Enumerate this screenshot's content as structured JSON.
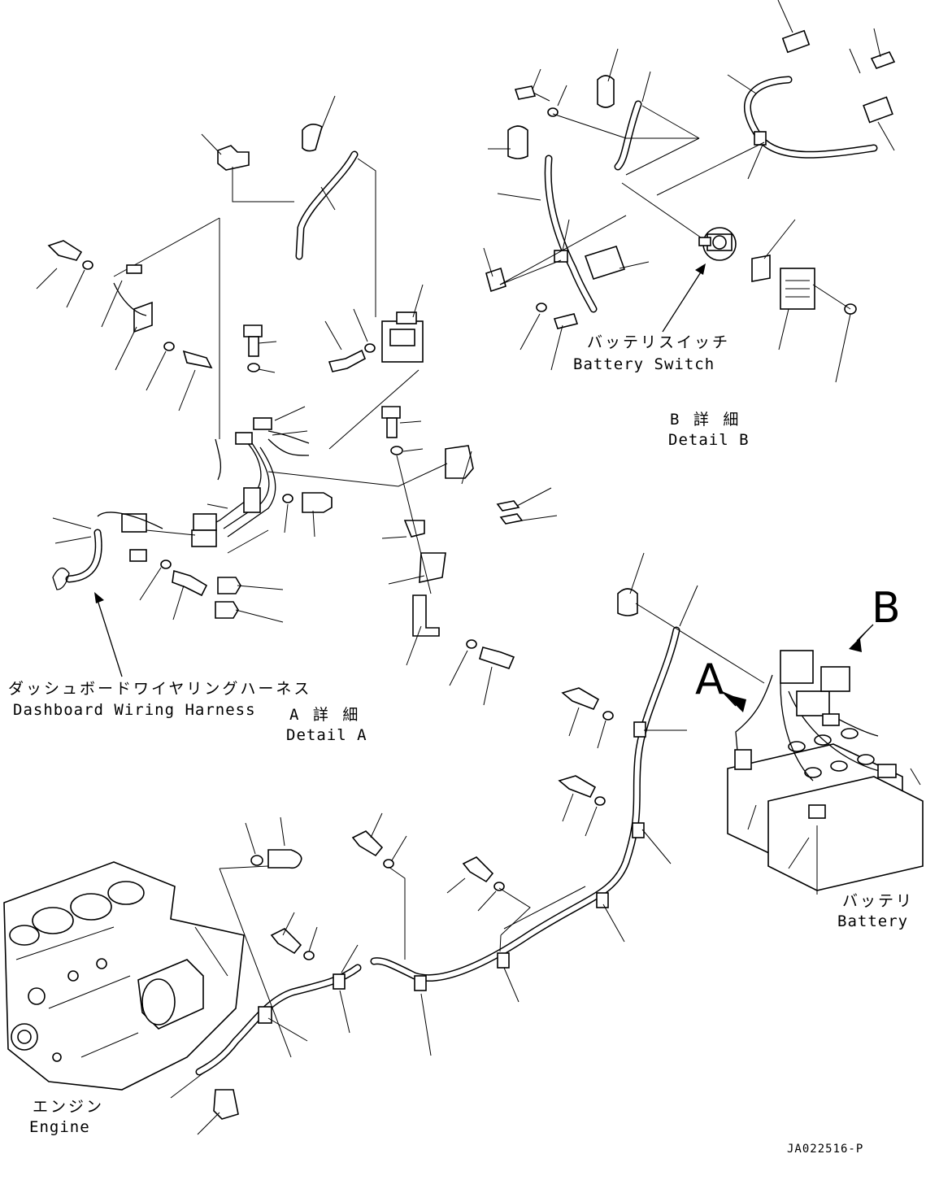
{
  "diagram": {
    "drawing_code": "JA022516-P",
    "callouts": {
      "a": "A",
      "b": "B"
    },
    "labels": {
      "dashboard_harness_jp": "ダッシュボードワイヤリングハーネス",
      "dashboard_harness_en": "Dashboard Wiring Harness",
      "detail_a_jp": "A 詳 細",
      "detail_a_en": "Detail A",
      "detail_b_jp": "B 詳 細",
      "detail_b_en": "Detail B",
      "battery_switch_jp": "バッテリスイッチ",
      "battery_switch_en": "Battery Switch",
      "battery_jp": "バッテリ",
      "battery_en": "Battery",
      "engine_jp": "エンジン",
      "engine_en": "Engine"
    }
  }
}
